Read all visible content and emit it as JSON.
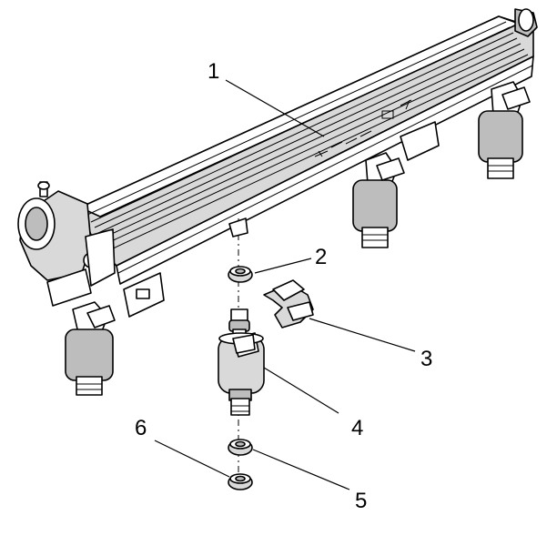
{
  "callouts": [
    {
      "id": "1",
      "text": "1"
    },
    {
      "id": "2",
      "text": "2"
    },
    {
      "id": "3",
      "text": "3"
    },
    {
      "id": "4",
      "text": "4"
    },
    {
      "id": "5",
      "text": "5"
    },
    {
      "id": "6",
      "text": "6"
    }
  ],
  "colors": {
    "ink": "#000000",
    "background": "#ffffff",
    "shade": "#d9d9d9"
  }
}
